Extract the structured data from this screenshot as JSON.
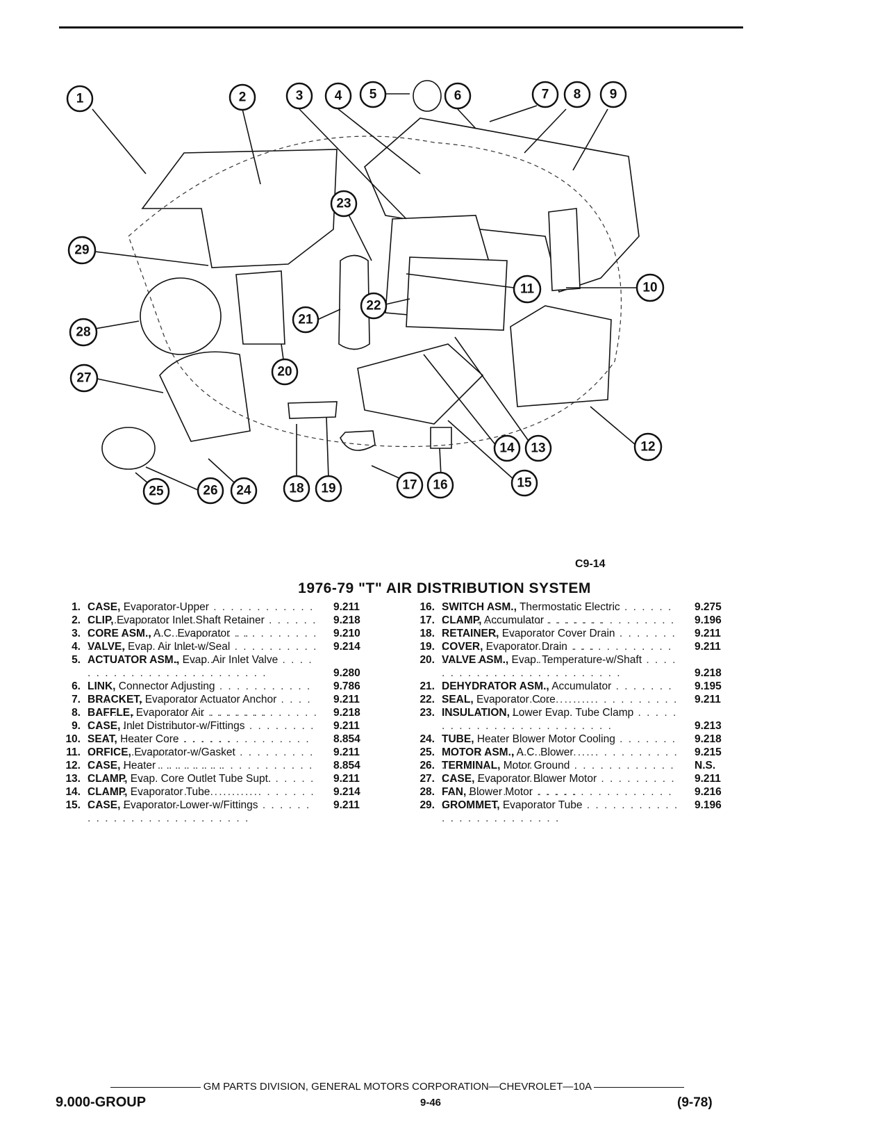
{
  "figure": {
    "code": "C9-14",
    "callouts": [
      "1",
      "2",
      "3",
      "4",
      "5",
      "6",
      "7",
      "8",
      "9",
      "10",
      "11",
      "12",
      "13",
      "14",
      "15",
      "16",
      "17",
      "18",
      "19",
      "20",
      "21",
      "22",
      "23",
      "24",
      "25",
      "26",
      "27",
      "28",
      "29"
    ]
  },
  "title": "1976-79 \"T\" AIR DISTRIBUTION SYSTEM",
  "parts_left": [
    {
      "num": "1.",
      "name": "CASE,",
      "desc": "Evaporator-Upper",
      "group": "9.211"
    },
    {
      "num": "2.",
      "name": "CLIP,",
      "desc": "Evaporator Inlet Shaft Retainer",
      "group": "9.218"
    },
    {
      "num": "3.",
      "name": "CORE ASM.,",
      "desc": "A.C. Evaporator",
      "group": "9.210"
    },
    {
      "num": "4.",
      "name": "VALVE,",
      "desc": "Evap. Air Inlet-w/Seal",
      "group": "9.214"
    },
    {
      "num": "5.",
      "name": "ACTUATOR ASM.,",
      "desc": "Evap. Air Inlet Valve",
      "group": "9.280"
    },
    {
      "num": "6.",
      "name": "LINK,",
      "desc": "Connector Adjusting",
      "group": "9.786"
    },
    {
      "num": "7.",
      "name": "BRACKET,",
      "desc": "Evaporator Actuator Anchor",
      "group": "9.211"
    },
    {
      "num": "8.",
      "name": "BAFFLE,",
      "desc": "Evaporator Air",
      "group": "9.218"
    },
    {
      "num": "9.",
      "name": "CASE,",
      "desc": "Inlet Distributor-w/Fittings",
      "group": "9.211"
    },
    {
      "num": "10.",
      "name": "SEAT,",
      "desc": "Heater Core",
      "group": "8.854"
    },
    {
      "num": "11.",
      "name": "ORFICE,",
      "desc": "Evaporator-w/Gasket",
      "group": "9.211"
    },
    {
      "num": "12.",
      "name": "CASE,",
      "desc": "Heater",
      "group": "8.854"
    },
    {
      "num": "13.",
      "name": "CLAMP,",
      "desc": "Evap. Core Outlet Tube Supt.",
      "group": "9.211"
    },
    {
      "num": "14.",
      "name": "CLAMP,",
      "desc": "Evaporator Tube",
      "group": "9.214"
    },
    {
      "num": "15.",
      "name": "CASE,",
      "desc": "Evaporator-Lower-w/Fittings",
      "group": "9.211"
    }
  ],
  "parts_right": [
    {
      "num": "16.",
      "name": "SWITCH ASM.,",
      "desc": "Thermostatic Electric",
      "group": "9.275"
    },
    {
      "num": "17.",
      "name": "CLAMP,",
      "desc": "Accumulator",
      "group": "9.196"
    },
    {
      "num": "18.",
      "name": "RETAINER,",
      "desc": "Evaporator Cover Drain",
      "group": "9.211"
    },
    {
      "num": "19.",
      "name": "COVER,",
      "desc": "Evaporator Drain",
      "group": "9.211"
    },
    {
      "num": "20.",
      "name": "VALVE ASM.,",
      "desc": "Evap. Temperature-w/Shaft",
      "group": "9.218"
    },
    {
      "num": "21.",
      "name": "DEHYDRATOR ASM.,",
      "desc": "Accumulator",
      "group": "9.195"
    },
    {
      "num": "22.",
      "name": "SEAL,",
      "desc": "Evaporator Core",
      "group": "9.211"
    },
    {
      "num": "23.",
      "name": "INSULATION,",
      "desc": "Lower Evap. Tube Clamp",
      "group": "9.213"
    },
    {
      "num": "24.",
      "name": "TUBE,",
      "desc": "Heater Blower Motor Cooling",
      "group": "9.218"
    },
    {
      "num": "25.",
      "name": "MOTOR ASM.,",
      "desc": "A.C. Blower",
      "group": "9.215"
    },
    {
      "num": "26.",
      "name": "TERMINAL,",
      "desc": "Motor Ground",
      "group": "N.S."
    },
    {
      "num": "27.",
      "name": "CASE,",
      "desc": "Evaporator Blower Motor",
      "group": "9.211"
    },
    {
      "num": "28.",
      "name": "FAN,",
      "desc": "Blower Motor",
      "group": "9.216"
    },
    {
      "num": "29.",
      "name": "GROMMET,",
      "desc": "Evaporator Tube",
      "group": "9.196"
    }
  ],
  "footer": {
    "publisher": "GM PARTS DIVISION, GENERAL MOTORS CORPORATION—CHEVROLET—10A",
    "group": "9.000-GROUP",
    "page": "9-46",
    "date": "(9-78)"
  }
}
